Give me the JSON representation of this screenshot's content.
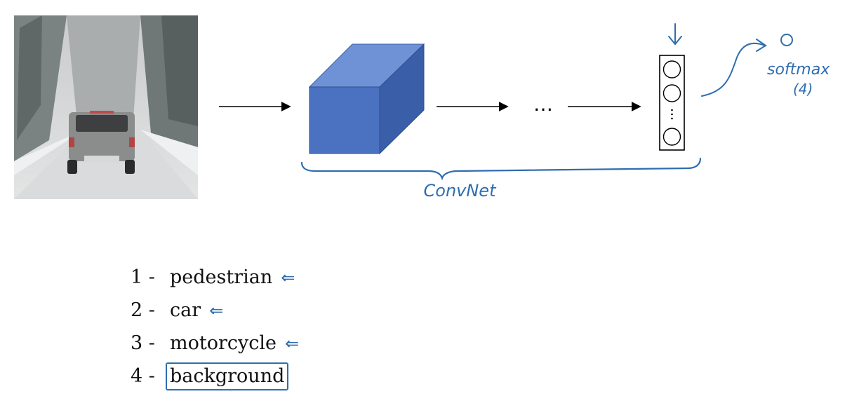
{
  "network": {
    "ellipsis": "…",
    "output_label": "softmax",
    "output_units": "(4)",
    "underbrace_label": "ConvNet"
  },
  "classes": [
    {
      "num": "1 -",
      "label": "pedestrian",
      "arrow": "⇐",
      "boxed": false
    },
    {
      "num": "2 -",
      "label": "car",
      "arrow": "⇐",
      "boxed": false
    },
    {
      "num": "3 -",
      "label": "motorcycle",
      "arrow": "⇐",
      "boxed": false
    },
    {
      "num": "4 -",
      "label": "background",
      "arrow": "",
      "boxed": true
    }
  ],
  "colors": {
    "cube_front": "#4a72c0",
    "cube_top": "#6f92d6",
    "cube_side": "#3a5ea8",
    "ink": "#2f6db0"
  }
}
